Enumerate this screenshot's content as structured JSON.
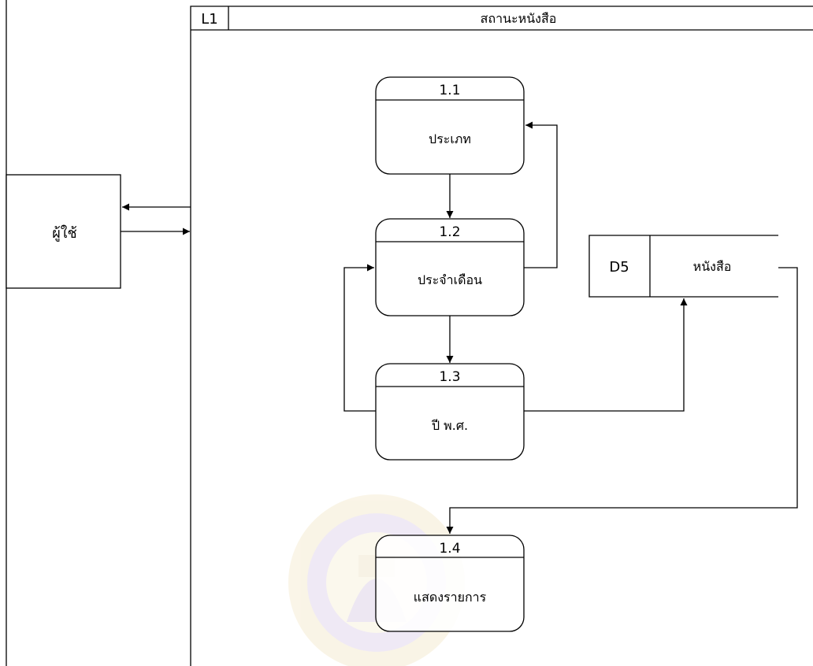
{
  "swimlane": {
    "id": "L1",
    "title": "สถานะหนังสือ"
  },
  "external_entity": {
    "label": "ผู้ใช้"
  },
  "processes": [
    {
      "number": "1.1",
      "label": "ประเภท"
    },
    {
      "number": "1.2",
      "label": "ประจำเดือน"
    },
    {
      "number": "1.3",
      "label": "ปี พ.ศ."
    },
    {
      "number": "1.4",
      "label": "แสดงรายการ"
    }
  ],
  "data_store": {
    "id": "D5",
    "label": "หนังสือ"
  }
}
